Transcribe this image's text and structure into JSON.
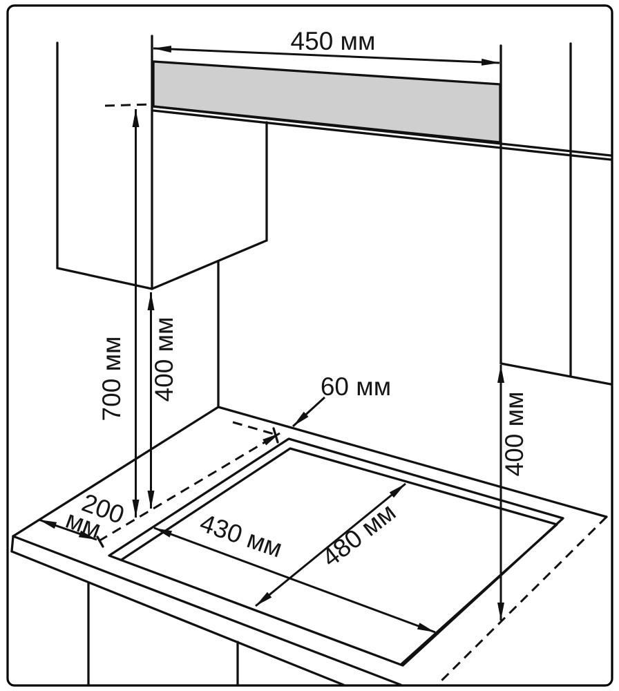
{
  "diagram": {
    "type": "hob-installation-dimensions",
    "labels": {
      "top_width": "450 мм",
      "hood_height": "700 мм",
      "cabinet_clearance_left": "400 мм",
      "wall_gap": "60 мм",
      "side_clearance_line1": "200",
      "side_clearance_line2": "мм",
      "cutout_width": "430 мм",
      "cutout_depth": "480 мм",
      "cabinet_clearance_right": "400 мм"
    },
    "colors": {
      "line": "#111111",
      "panel_shade": "#cfcfcf",
      "background": "#ffffff"
    }
  }
}
